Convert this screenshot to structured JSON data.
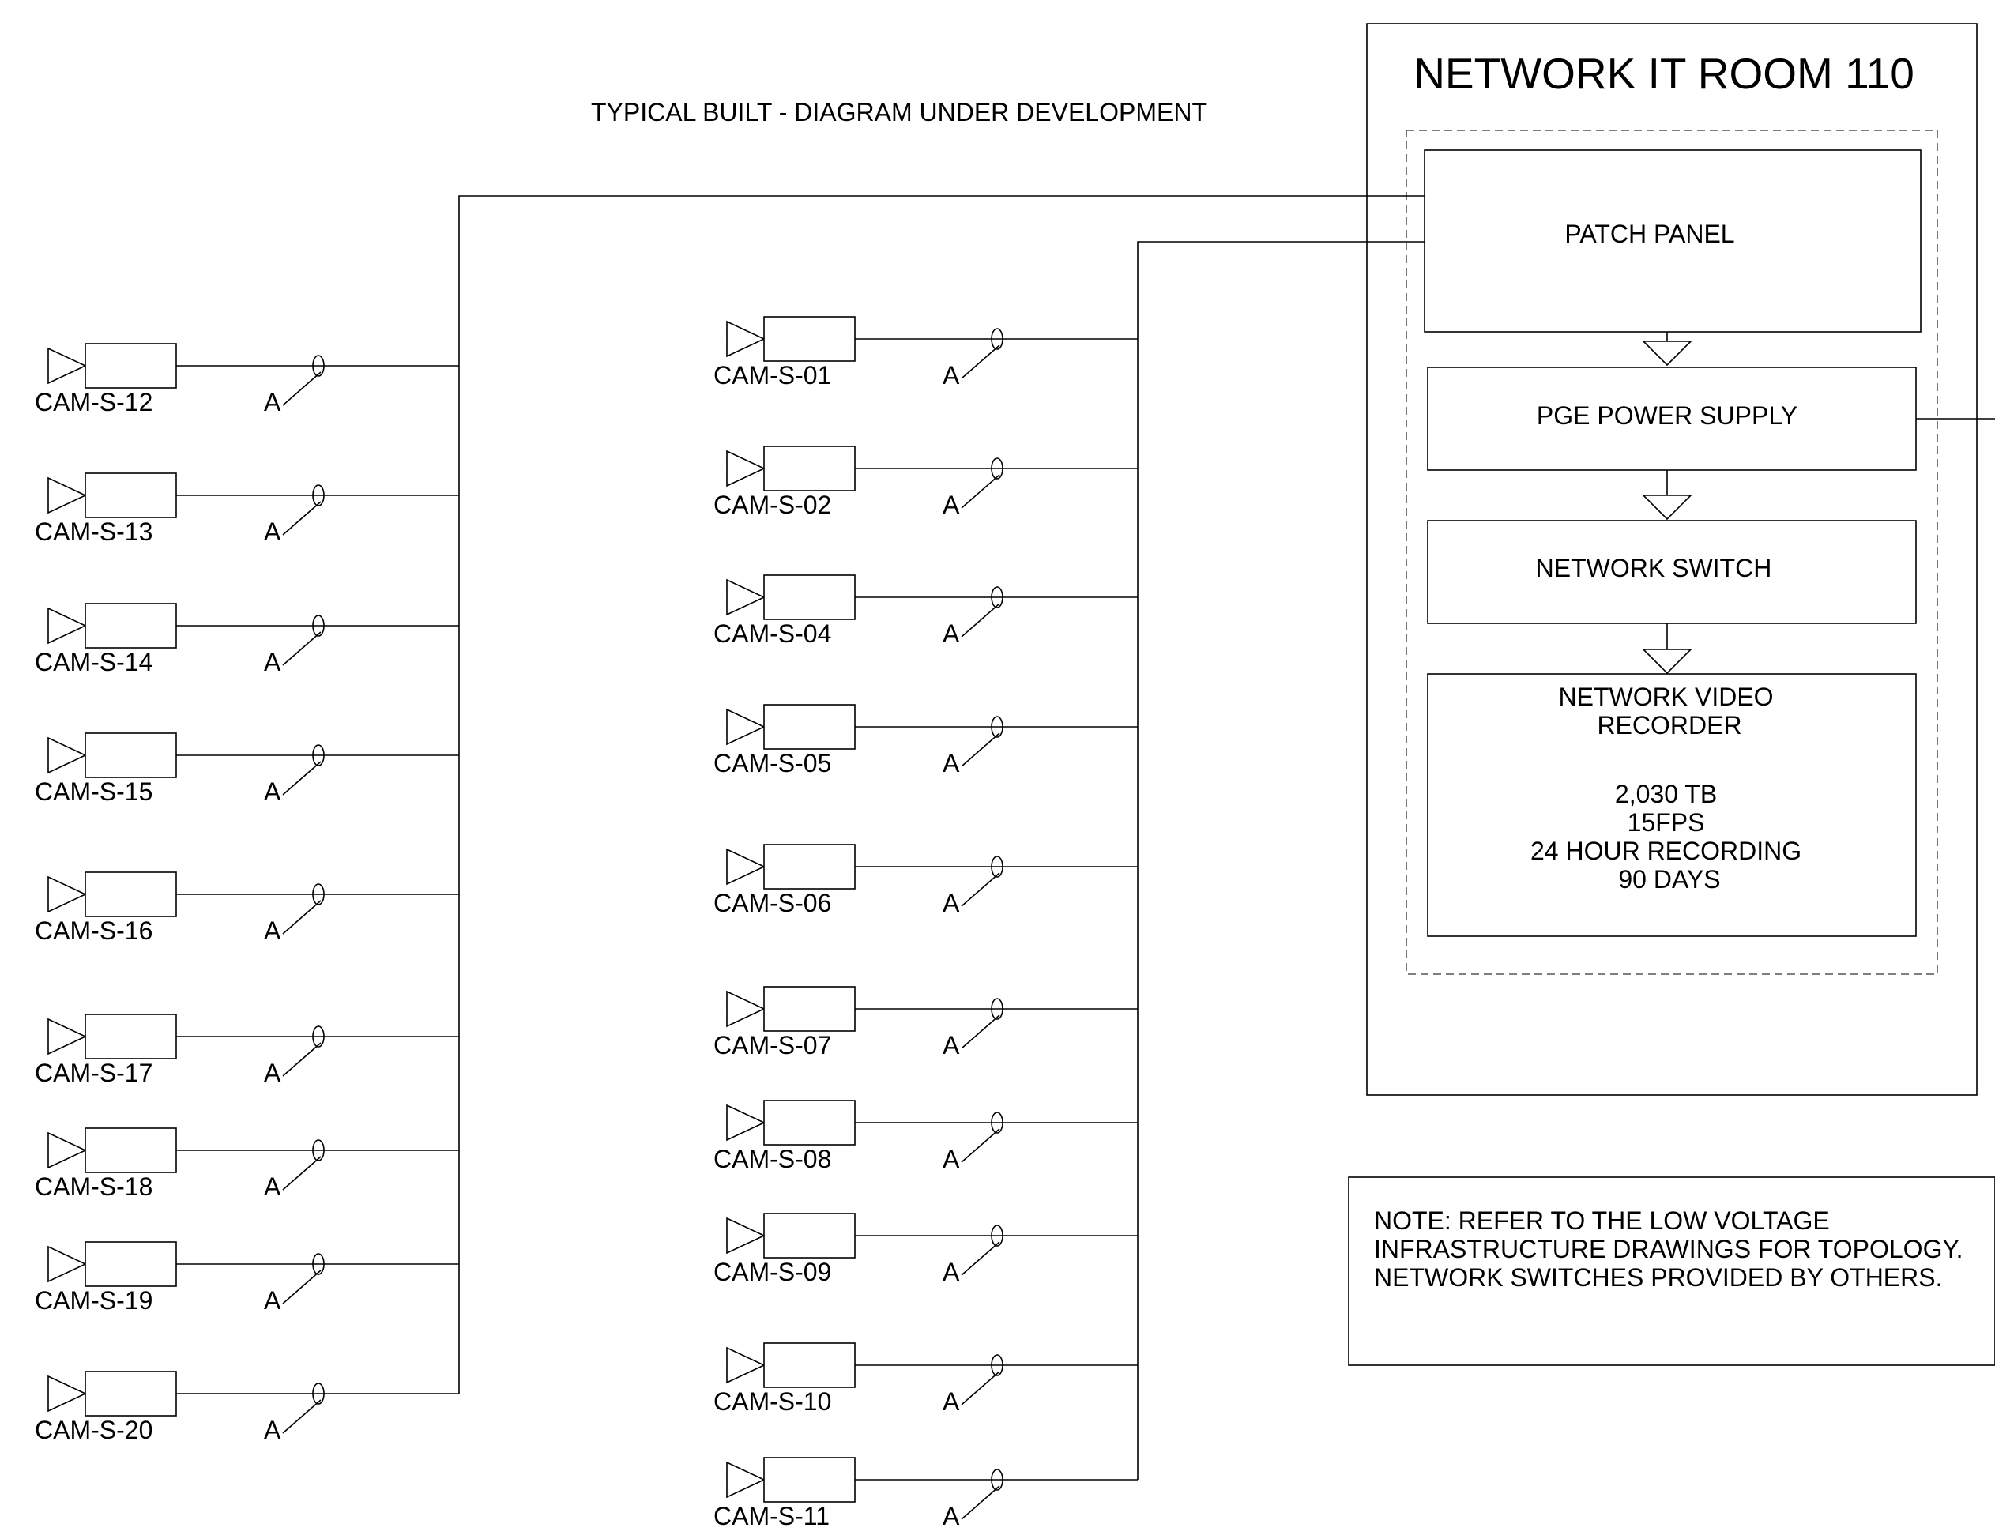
{
  "title": "TYPICAL BUILT - DIAGRAM UNDER DEVELOPMENT",
  "room": {
    "title": "NETWORK IT ROOM 110",
    "patch_panel": "PATCH PANEL",
    "power_supply": "PGE POWER SUPPLY",
    "switch": "NETWORK SWITCH",
    "nvr": {
      "title_lines": [
        "NETWORK VIDEO",
        "RECORDER"
      ],
      "spec_lines": [
        "2,030 TB",
        "15FPS",
        "24 HOUR RECORDING",
        "90 DAYS"
      ]
    }
  },
  "note_lines": [
    "NOTE: REFER TO THE LOW VOLTAGE",
    "INFRASTRUCTURE DRAWINGS FOR TOPOLOGY.",
    "NETWORK SWITCHES PROVIDED BY OTHERS."
  ],
  "cable_label": "A",
  "cameras_left": [
    "CAM-S-12",
    "CAM-S-13",
    "CAM-S-14",
    "CAM-S-15",
    "CAM-S-16",
    "CAM-S-17",
    "CAM-S-18",
    "CAM-S-19",
    "CAM-S-20"
  ],
  "cameras_right": [
    "CAM-S-01",
    "CAM-S-02",
    "CAM-S-04",
    "CAM-S-05",
    "CAM-S-06",
    "CAM-S-07",
    "CAM-S-08",
    "CAM-S-09",
    "CAM-S-10",
    "CAM-S-11"
  ]
}
